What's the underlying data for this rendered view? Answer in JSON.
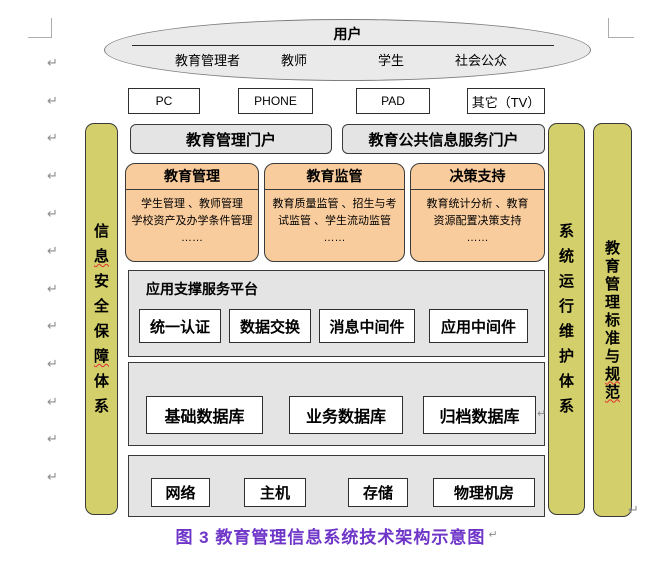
{
  "glyphs": {
    "return_mark": "↵"
  },
  "users_ellipse": {
    "title": "用户",
    "members": [
      "教育管理者",
      "教师",
      "学生",
      "社会公众"
    ]
  },
  "devices": [
    "PC",
    "PHONE",
    "PAD",
    "其它（TV）"
  ],
  "portals": [
    "教育管理门户",
    "教育公共信息服务门户"
  ],
  "business_domains": [
    {
      "title": "教育管理",
      "body": "学生管理 、教师管理\n学校资产及办学条件管理\n……"
    },
    {
      "title": "教育监管",
      "body": "教育质量监管 、招生与考\n试监管 、学生流动监管\n……"
    },
    {
      "title": "决策支持",
      "body": "教育统计分析 、教育\n资源配置决策支持\n……"
    }
  ],
  "platform": {
    "title": "应用支撑服务平台",
    "modules": [
      "统一认证",
      "数据交换",
      "消息中间件",
      "应用中间件"
    ]
  },
  "databases": [
    "基础数据库",
    "业务数据库",
    "归档数据库"
  ],
  "infrastructure": [
    "网络",
    "主机",
    "存储",
    "物理机房"
  ],
  "side_bars": {
    "left": {
      "label": "信息安全保障体系",
      "chars": [
        "信",
        "息",
        "安",
        "全",
        "保",
        "障",
        "体",
        "系"
      ]
    },
    "right1": {
      "label": "系统运行维护体系",
      "chars": [
        "系",
        "统",
        "运",
        "行",
        "维",
        "护",
        "体",
        "系"
      ]
    },
    "right2": {
      "label": "教育管理标准与规范",
      "chars": [
        "教",
        "育",
        "管",
        "理",
        "标",
        "准",
        "与",
        "规",
        "范"
      ]
    }
  },
  "caption": {
    "text": "图 3  教育管理信息系统技术架构示意图"
  },
  "colors": {
    "bar_fill": "#d3cf6b",
    "domain_fill": "#f9cc9d",
    "layer_fill": "#e4e4e4",
    "caption_color": "#6f35c9",
    "spellcheck_wavy": "#e03030"
  }
}
